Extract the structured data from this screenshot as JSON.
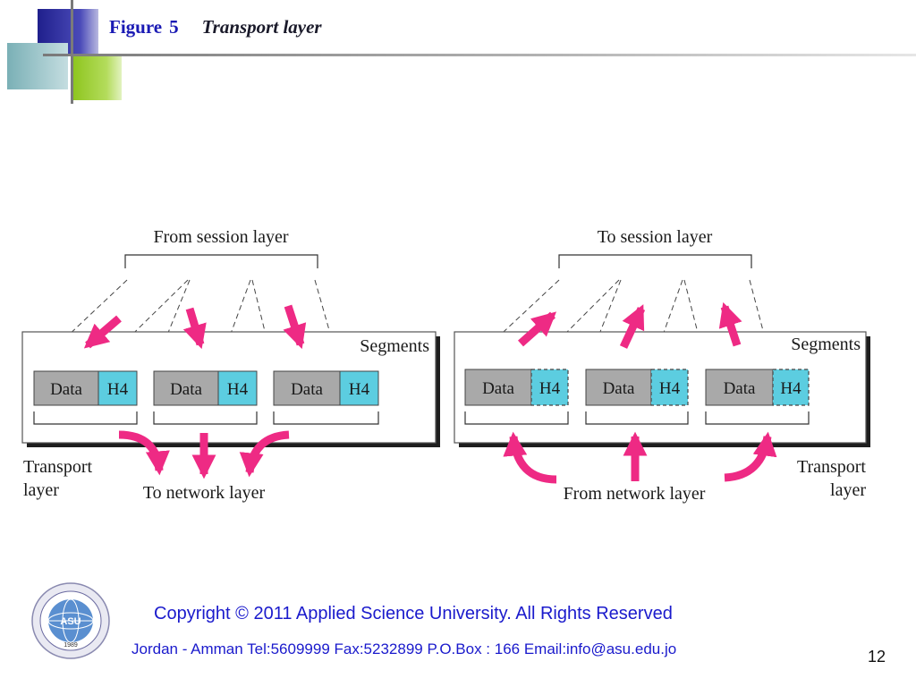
{
  "slide": {
    "figure_label": "Figure",
    "figure_number": "5",
    "subtitle": "Transport layer",
    "page_number": "12"
  },
  "colors": {
    "title_blue": "#1a1ab4",
    "arrow_pink": "#ee2a84",
    "data_gray": "#a9a9a9",
    "header_cyan": "#5ccde0",
    "deco_navy": "#2a2a9c",
    "deco_green": "#94cc1c",
    "deco_teal": "#7fb0b8"
  },
  "left_panel": {
    "top_label": "From session layer",
    "segments_label": "Segments",
    "side_label_line1": "Transport",
    "side_label_line2": "layer",
    "bottom_label": "To network layer",
    "segments": [
      {
        "data": "Data",
        "header": "H4"
      },
      {
        "data": "Data",
        "header": "H4"
      },
      {
        "data": "Data",
        "header": "H4"
      }
    ]
  },
  "right_panel": {
    "top_label": "To session layer",
    "segments_label": "Segments",
    "side_label_line1": "Transport",
    "side_label_line2": "layer",
    "bottom_label": "From network layer",
    "segments": [
      {
        "data": "Data",
        "header": "H4"
      },
      {
        "data": "Data",
        "header": "H4"
      },
      {
        "data": "Data",
        "header": "H4"
      }
    ]
  },
  "footer": {
    "copyright": "Copyright  © 2011 Applied Science University. All Rights Reserved",
    "contact": "Jordan - Amman Tel:5609999 Fax:5232899 P.O.Box : 166   Email:info@asu.edu.jo",
    "logo_text": "ASU",
    "logo_year": "1989"
  }
}
